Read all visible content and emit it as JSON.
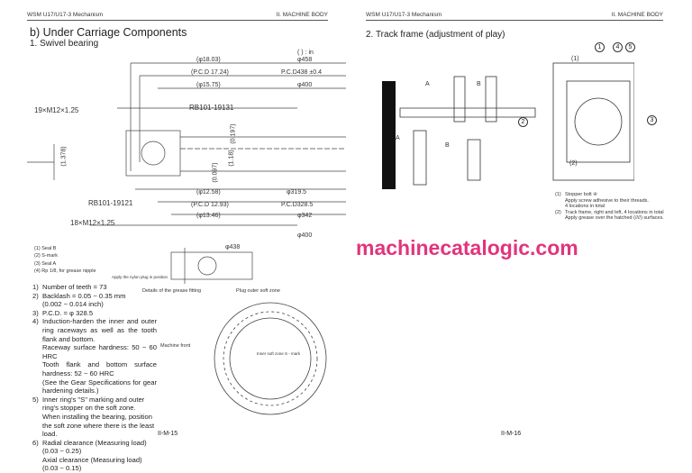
{
  "left_page": {
    "header_left": "WSM U17/U17-3 Mechanism",
    "header_right": "II. MACHINE BODY",
    "section_title": "b) Under Carriage Components",
    "subsection_title": "1. Swivel bearing",
    "unit_note": "( ) : in",
    "dimensions": [
      "(φ18.03)",
      "φ458",
      "(P.C.D 17.24)",
      "P.C.D438 ±0.4",
      "(φ15.75)",
      "φ400",
      "19×M12×1.25",
      "RB101-19131",
      "(φ12.58)",
      "φ319.5",
      "(P.C.D 12.93)",
      "P.C.D328.5",
      "(φ13.46)",
      "φ342",
      "RB101-19121",
      "18×M12×1.25",
      "φ400",
      "(1.378)",
      "(1.18)",
      "(0.197)",
      "(0.097)",
      "φ438"
    ],
    "legend": [
      {
        "num": "(1)",
        "text": "Seal B"
      },
      {
        "num": "(2)",
        "text": "S-mark"
      },
      {
        "num": "(3)",
        "text": "Seal A"
      },
      {
        "num": "(4)",
        "text": "Rp 1/8, for grease nipple"
      }
    ],
    "nylon_note": "Apply the nylon plug in position",
    "grease_detail": "Details of the grease fitting",
    "plug_outer": "Plug outer soft zone",
    "inner_soft": "Inner soft zone S - mark",
    "machine_front": "Machine front",
    "notes": [
      {
        "num": "1)",
        "text": "Number of teeth = 73"
      },
      {
        "num": "2)",
        "text": "Backlash = 0.05 ~ 0.35 mm\n(0.002 ~ 0.014 inch)"
      },
      {
        "num": "3)",
        "text": "P.C.D. = φ 328.5"
      },
      {
        "num": "4)",
        "text": "Induction-harden the inner and outer ring raceways as well as the tooth flank and bottom.\nRaceway surface hardness: 50 ~ 60 HRC\nTooth flank and bottom surface hardness: 52 ~ 60 HRC\n(See the Gear Specifications for gear hardening details.)"
      },
      {
        "num": "5)",
        "text": "Inner ring's \"S\" marking and outer ring's stopper on the soft zone.\nWhen installing the bearing, position the soft zone where there is the least load."
      },
      {
        "num": "6)",
        "text": "Radial clearance (Measuring load) (0.03 ~ 0.25)\nAxial clearance (Measuring load) (0.03 ~ 0.15)"
      }
    ],
    "page_number": "II-M-15"
  },
  "right_page": {
    "header_left": "WSM U17/U17-3 Mechanism",
    "header_right": "II. MACHINE BODY",
    "subsection_title": "2. Track frame (adjustment of play)",
    "callouts": [
      "1",
      "4",
      "5",
      "2",
      "3"
    ],
    "labels": [
      "(1)",
      "A",
      "B",
      "A",
      "B",
      "(2)"
    ],
    "notes": [
      {
        "num": "(1)",
        "text": "Stopper bolt ④\nApply screw adhesive to their threads.\n4 locations in total"
      },
      {
        "num": "(2)",
        "text": "Track frame, right and left, 4 locations in total\nApply grease over the hatched (////) surfaces."
      }
    ],
    "page_number": "II-M-16"
  },
  "watermark": "machinecatalogic.com"
}
